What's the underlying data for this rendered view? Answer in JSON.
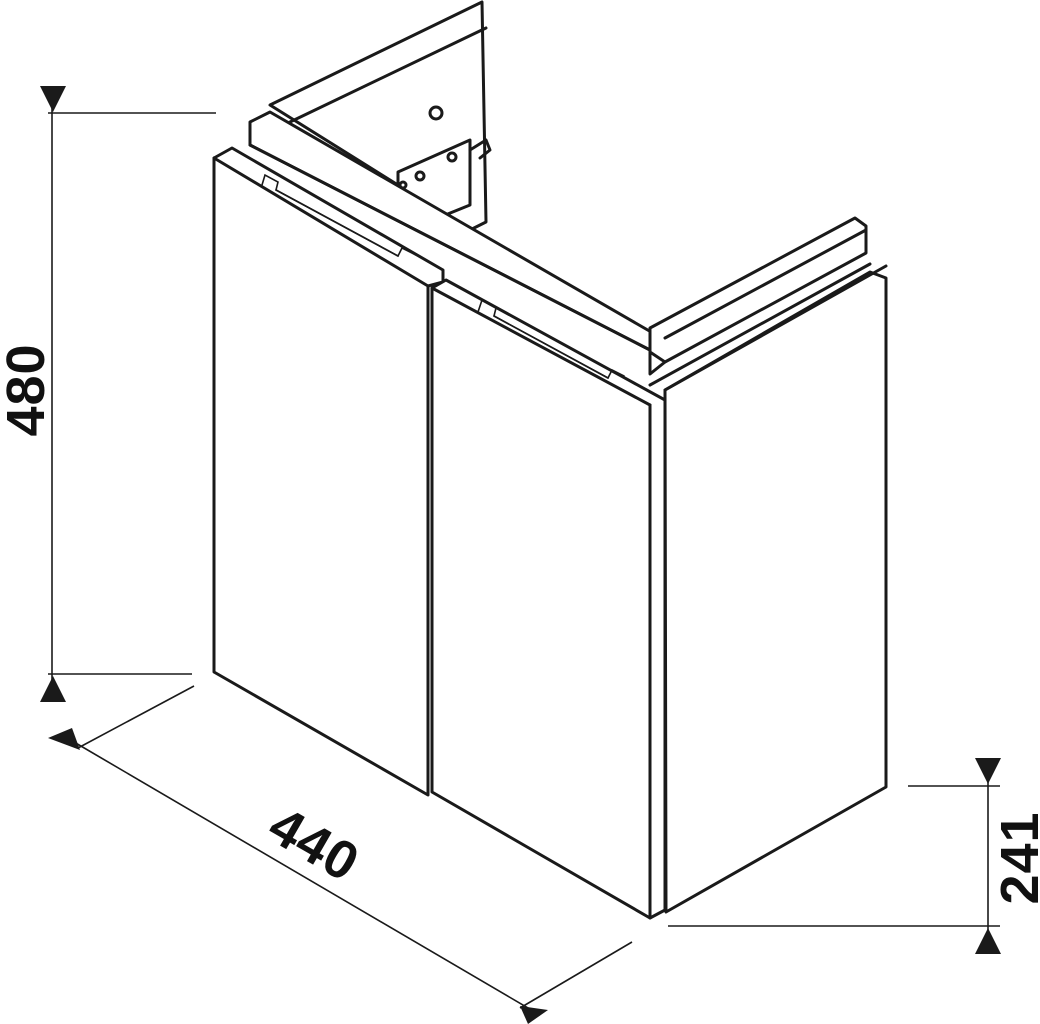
{
  "dimensions": {
    "height": "480",
    "width": "440",
    "depth": "241"
  },
  "colors": {
    "line": "#1a1a1a",
    "background": "#ffffff"
  }
}
